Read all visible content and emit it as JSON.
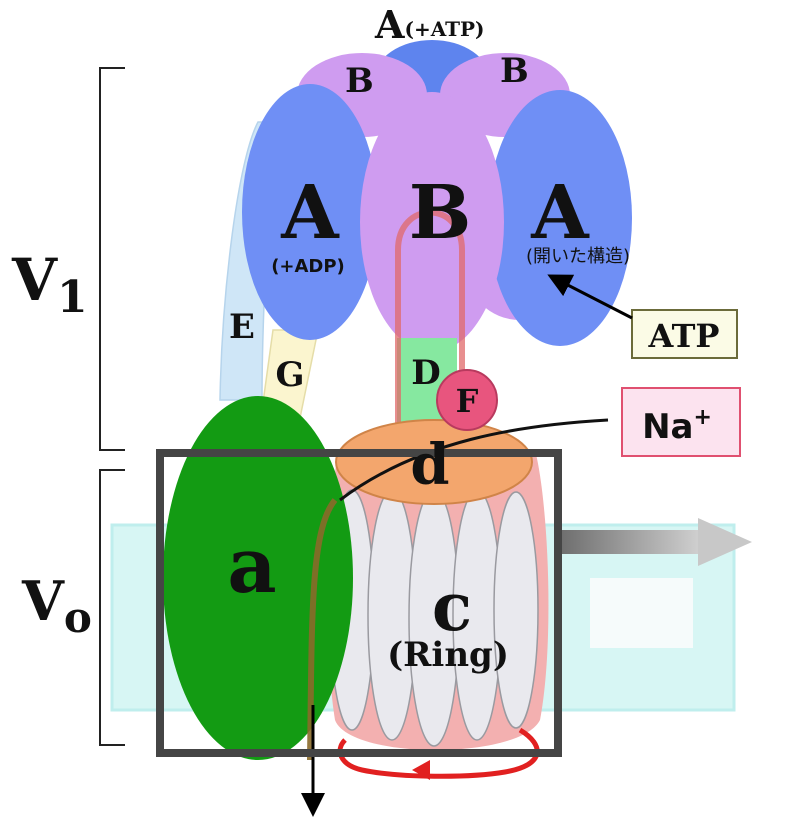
{
  "diagram": {
    "labels": {
      "v1_main": "V",
      "v1_sub": "1",
      "vo_main": "V",
      "vo_sub": "o",
      "top_a_main": "A",
      "top_a_sub": "(+ATP)",
      "b_left_small": "B",
      "b_right_small": "B",
      "a_left_main": "A",
      "a_left_sub": "(+ADP)",
      "b_center": "B",
      "a_right_main": "A",
      "a_right_sub": "(開いた構造)",
      "e": "E",
      "g": "G",
      "d_upper": "D",
      "f": "F",
      "d_lower": "d",
      "a_subunit": "a",
      "c_main": "c",
      "c_sub": "(Ring)",
      "atp_box": "ATP",
      "na_main": "Na",
      "na_sup": "+"
    },
    "colors": {
      "a_blue": "#6f8ff5",
      "b_purple": "#cf9cf0",
      "top_blue": "#5e84ee",
      "e_stalk": "#cfe6f7",
      "g_stalk": "#fbf5cf",
      "d_green": "#86e8a0",
      "f_pink": "#e8557e",
      "d_orange": "#f3a66d",
      "a_green": "#139b13",
      "c_gray": "#e9e9ee",
      "membrane": "#d7f6f4",
      "na_box_fill": "#fce3ef",
      "na_box_border": "#e05070",
      "atp_box_fill": "#fbfbe6",
      "ring_red": "#e04545",
      "arrow_gray": "#9a9a9a",
      "frame_gray": "#454545"
    }
  }
}
